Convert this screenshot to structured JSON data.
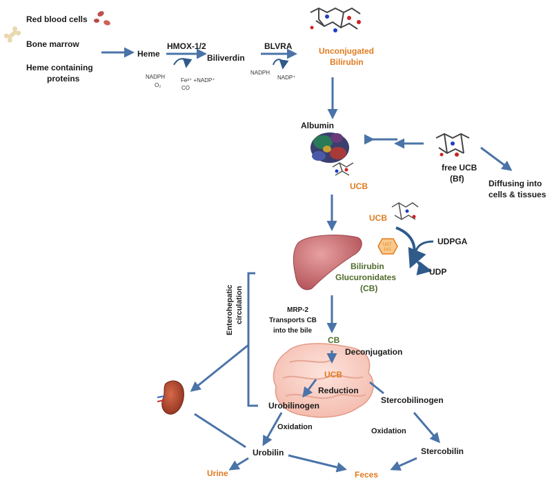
{
  "sources": {
    "red_blood_cells": "Red blood cells",
    "bone_marrow": "Bone marrow",
    "heme_proteins_1": "Heme containing",
    "heme_proteins_2": "proteins"
  },
  "heme": "Heme",
  "hmox": "HMOX-1/2",
  "biliverdin": "Biliverdin",
  "blvra": "BLVRA",
  "cofactors": {
    "nadph": "NADPH",
    "o2": "O₂",
    "fe_nadp": "Fe²⁺ +NADP⁺",
    "co": "CO",
    "nadph2": "NADPH",
    "nadp2": "NADP⁺"
  },
  "ucb_1": "Unconjugated",
  "ucb_2": "Bilirubin",
  "albumin": "Albumin",
  "ucb_label": "UCB",
  "free_ucb_1": "free UCB",
  "free_ucb_2": "(Bf)",
  "diffusing_1": "Diffusing into",
  "diffusing_2": "cells & tissues",
  "liver_ucb": "UCB",
  "ugt_1": "UGT",
  "ugt_2": "1A1",
  "udpga": "UDPGA",
  "udp": "UDP",
  "cb_1": "Bilirubin",
  "cb_2": "Glucuronidates",
  "cb_3": "(CB)",
  "enterohepatic_1": "Enterohepatic",
  "enterohepatic_2": "circulation",
  "mrp_1": "MRP-2",
  "mrp_2": "Transports CB",
  "mrp_3": "into the bile",
  "cb_short": "CB",
  "deconjugation": "Deconjugation",
  "intestine_ucb": "UCB",
  "reduction": "Reduction",
  "stercobilinogen": "Stercobilinogen",
  "urobilinogen": "Urobilinogen",
  "oxidation_1": "Oxidation",
  "oxidation_2": "Oxidation",
  "urobilin": "Urobilin",
  "stercobilin": "Stercobilin",
  "urine": "Urine",
  "feces": "Feces"
}
